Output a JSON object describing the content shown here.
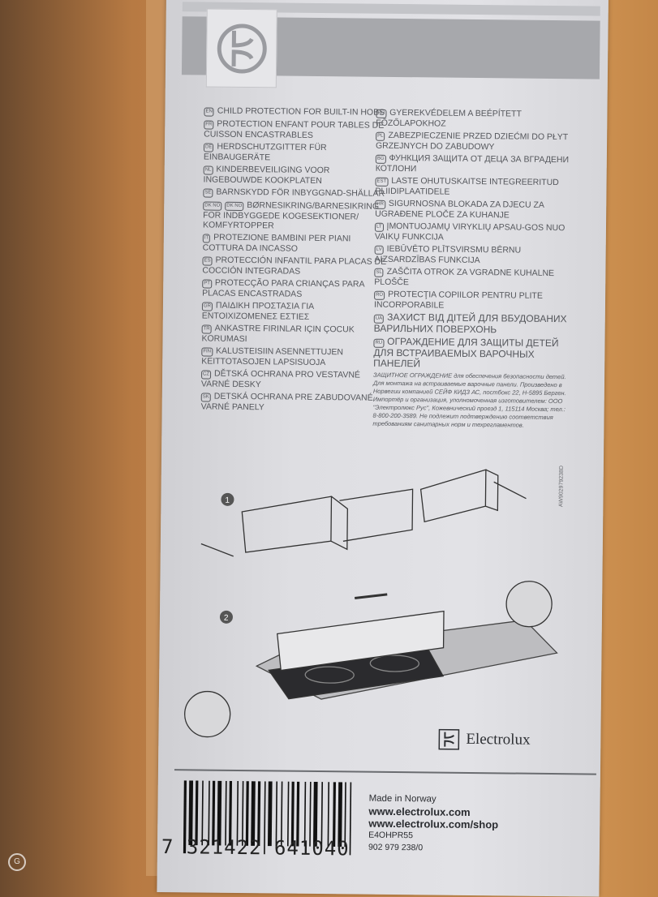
{
  "left_column": [
    {
      "code": "EN",
      "text": "CHILD PROTECTION FOR BUILT-IN HOBS"
    },
    {
      "code": "FR",
      "text": "PROTECTION ENFANT POUR TABLES DE CUISSON ENCASTRABLES"
    },
    {
      "code": "DE",
      "text": "HERDSCHUTZGITTER FÜR EINBAUGERÄTE"
    },
    {
      "code": "NL",
      "text": "KINDERBEVEILIGING VOOR INGEBOUWDE KOOKPLATEN"
    },
    {
      "code": "SE",
      "text": "BARNSKYDD FÖR INBYGGNAD-SHÄLLAR"
    },
    {
      "code": "DK NO",
      "text": "BØRNESIKRING/BARNESIKRING FOR INDBYGGEDE KOGESEKTIONER/ KOMFYRTOPPER"
    },
    {
      "code": "IT",
      "text": "PROTEZIONE BAMBINI PER PIANI COTTURA DA INCASSO"
    },
    {
      "code": "ES",
      "text": "PROTECCIÓN INFANTIL PARA PLACAS DE COCCIÓN INTEGRADAS"
    },
    {
      "code": "PT",
      "text": "PROTECÇÃO PARA CRIANÇAS PARA PLACAS ENCASTRADAS"
    },
    {
      "code": "GR",
      "text": "ΠΑΙΔΙΚΗ ΠΡΟΣΤΑΣΙΑ ΓΙΑ ΕΝΤΟΙΧΙΖΟΜΕΝΕΣ ΕΣΤΙΕΣ"
    },
    {
      "code": "TR",
      "text": "ANKASTRE FIRINLAR IÇIN ÇOCUK KORUMASI"
    },
    {
      "code": "FIN",
      "text": "KALUSTEISIIN ASENNETTUJEN KEITTOTASOJEN LAPSISUOJA"
    },
    {
      "code": "CZ",
      "text": "DĚTSKÁ OCHRANA PRO VESTAVNÉ VARNÉ DESKY"
    },
    {
      "code": "SK",
      "text": "DETSKÁ OCHRANA PRE ZABUDOVANÉ VARNÉ PANELY"
    }
  ],
  "right_column": [
    {
      "code": "HU",
      "text": "GYEREKVÉDELEM A BEÉPÍTETT FŐZŐLAPOKHOZ"
    },
    {
      "code": "PL",
      "text": "ZABEZPIECZENIE PRZED DZIEĆMI DO PŁYT GRZEJNYCH DO ZABUDOWY"
    },
    {
      "code": "BG",
      "text": "ФУНКЦИЯ ЗАЩИТА ОТ ДЕЦА ЗА ВГРАДЕНИ КОТЛОНИ"
    },
    {
      "code": "EST",
      "text": "LASTE OHUTUSKAITSE INTEGREERITUD PLIIDIPLAATIDELE"
    },
    {
      "code": "HR",
      "text": "SIGURNOSNA BLOKADA ZA DJECU ZA UGRAĐENE PLOČE ZA KUHANJE"
    },
    {
      "code": "LT",
      "text": "ĮMONTUOJAMŲ VIRYKLIŲ APSAU-GOS NUO VAIKŲ FUNKCIJA"
    },
    {
      "code": "LV",
      "text": "IEBŪVĒTO PLĪTSVIRSMU BĒRNU AIZSARDZĪBAS FUNKCIJA"
    },
    {
      "code": "SL",
      "text": "ZAŠČITA OTROK ZA VGRADNE KUHALNE PLOŠČE"
    },
    {
      "code": "RO",
      "text": "PROTECŢIA COPIILOR PENTRU PLITE INCORPORABILE"
    },
    {
      "code": "UA",
      "text": "ЗАХИСТ ВІД ДІТЕЙ ДЛЯ ВБУДОВАНИХ ВАРИЛЬНИХ ПОВЕРХОНЬ"
    },
    {
      "code": "RU",
      "text": "ОГРАЖДЕНИЕ ДЛЯ ЗАЩИТЫ ДЕТЕЙ ДЛЯ ВСТРАИВАЕМЫХ ВАРОЧНЫХ ПАНЕЛЕЙ"
    }
  ],
  "ru_note": "ЗАЩИТНОЕ ОГРАЖДЕНИЕ для обеспечения безопасности детей. Для монтажа на встраиваемые варочные панели. Произведено в Норвегии компанией СЕЙФ КИДЗ АС, постбокс 22, Н-5895 Берген. Импортёр и организация, уполномоченная изготовителем: ООО \"Электролюкс Рус\", Кожевнический проезд 1, 115114 Москва; тел.: 8-800-200-3589. Не подлежит подтверждению соответствия требованиям санитарных норм и техрегламентов.",
  "vertical_code": "AW902979238D",
  "steps": [
    "1",
    "2"
  ],
  "brand": "Electrolux",
  "barcode_number": "7 321422 641040",
  "info": {
    "made_in": "Made in Norway",
    "url1": "www.electrolux.com",
    "url2": "www.electrolux.com/shop",
    "model": "E4OHPR55",
    "part_no": "902 979 238/0"
  },
  "watermark": "G"
}
